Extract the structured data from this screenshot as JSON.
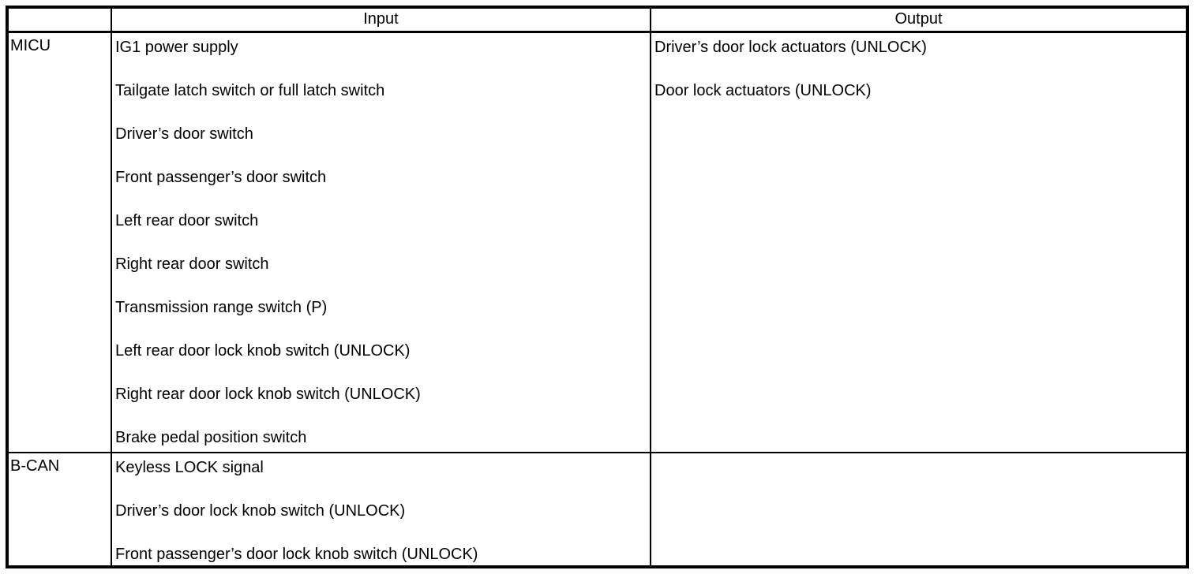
{
  "colors": {
    "border": "#000000",
    "text": "#000000",
    "background": "#ffffff"
  },
  "table": {
    "headers": {
      "unit": "",
      "input": "Input",
      "output": "Output"
    },
    "rows": [
      {
        "unit": "MICU",
        "inputs": [
          "IG1 power supply",
          "Tailgate latch switch or full latch switch",
          "Driver’s door switch",
          "Front passenger’s door switch",
          "Left rear door switch",
          "Right rear door switch",
          "Transmission range switch (P)",
          "Left rear door lock knob switch (UNLOCK)",
          "Right rear door lock knob switch (UNLOCK)",
          "Brake pedal position switch"
        ],
        "outputs": [
          "Driver’s door lock actuators (UNLOCK)",
          "Door lock actuators (UNLOCK)"
        ]
      },
      {
        "unit": "B-CAN",
        "inputs": [
          "Keyless LOCK signal",
          "Driver’s door lock knob switch (UNLOCK)",
          "Front passenger’s door lock knob switch (UNLOCK)"
        ],
        "outputs": []
      }
    ]
  }
}
